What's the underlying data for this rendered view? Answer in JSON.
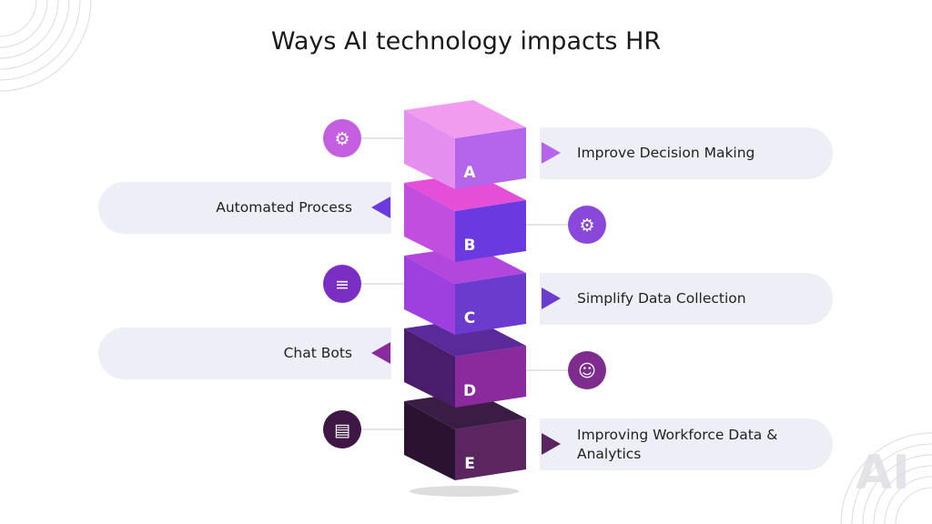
{
  "title": "Ways AI technology impacts HR",
  "watermark": "AI",
  "items": [
    {
      "letter": "A",
      "label": "Improve Decision Making",
      "side": "right",
      "icon": "gears-growth-icon",
      "top": "#f29cf0",
      "left": "#e48ef0",
      "front": "#b565ec",
      "iconColor": "#c35fe0"
    },
    {
      "letter": "B",
      "label": "Automated Process",
      "side": "left",
      "icon": "gear-cycle-icon",
      "top": "#e54fd8",
      "left": "#c24ee0",
      "front": "#6a3ae0",
      "iconColor": "#8a48db"
    },
    {
      "letter": "C",
      "label": "Simplify Data Collection",
      "side": "right",
      "icon": "database-icon",
      "top": "#b246dd",
      "left": "#9e3fe0",
      "front": "#6b3bce",
      "iconColor": "#7b2fc2"
    },
    {
      "letter": "D",
      "label": "Chat Bots",
      "side": "left",
      "icon": "chatbot-icon",
      "top": "#5b2a9a",
      "left": "#4a1d6c",
      "front": "#8a2a9c",
      "iconColor": "#7e2d8e"
    },
    {
      "letter": "E",
      "label": "Improving Workforce Data & Analytics",
      "side": "right",
      "icon": "document-profile-icon",
      "top": "#3a1c45",
      "left": "#2a1230",
      "front": "#5b2560",
      "iconColor": "#3e1744"
    }
  ]
}
